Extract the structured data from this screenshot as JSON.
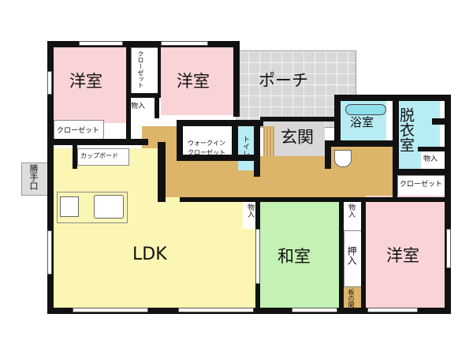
{
  "floorplan": {
    "colors": {
      "western_room": "#f9d3d6",
      "ldk": "#fbf6b4",
      "japanese_room": "#c4f1b4",
      "hallway": "#dcb56a",
      "water": "#b7ecf4",
      "porch": "#d8d8d8",
      "wall": "#111111"
    },
    "rooms": {
      "western_nw": "洋室",
      "western_n": "洋室",
      "western_se": "洋室",
      "ldk": "LDK",
      "japanese": "和室",
      "porch": "ポーチ",
      "entrance": "玄関",
      "bath": "浴室",
      "dressing": "脱衣室",
      "toilet": "トイレ",
      "walkin": [
        "ウォークイン",
        "クローゼット"
      ],
      "service_door": "勝手口"
    },
    "storage": {
      "closet_nw": "クローゼット",
      "closet_n_vertical": "クローゼット",
      "closet_se": "クローゼット",
      "cupboard": "カップボード",
      "storage_1": "物入",
      "storage_2": "物入",
      "storage_3": "物入",
      "storage_4": "物入",
      "oshiire": "押入",
      "itanoma": "板の間"
    }
  }
}
